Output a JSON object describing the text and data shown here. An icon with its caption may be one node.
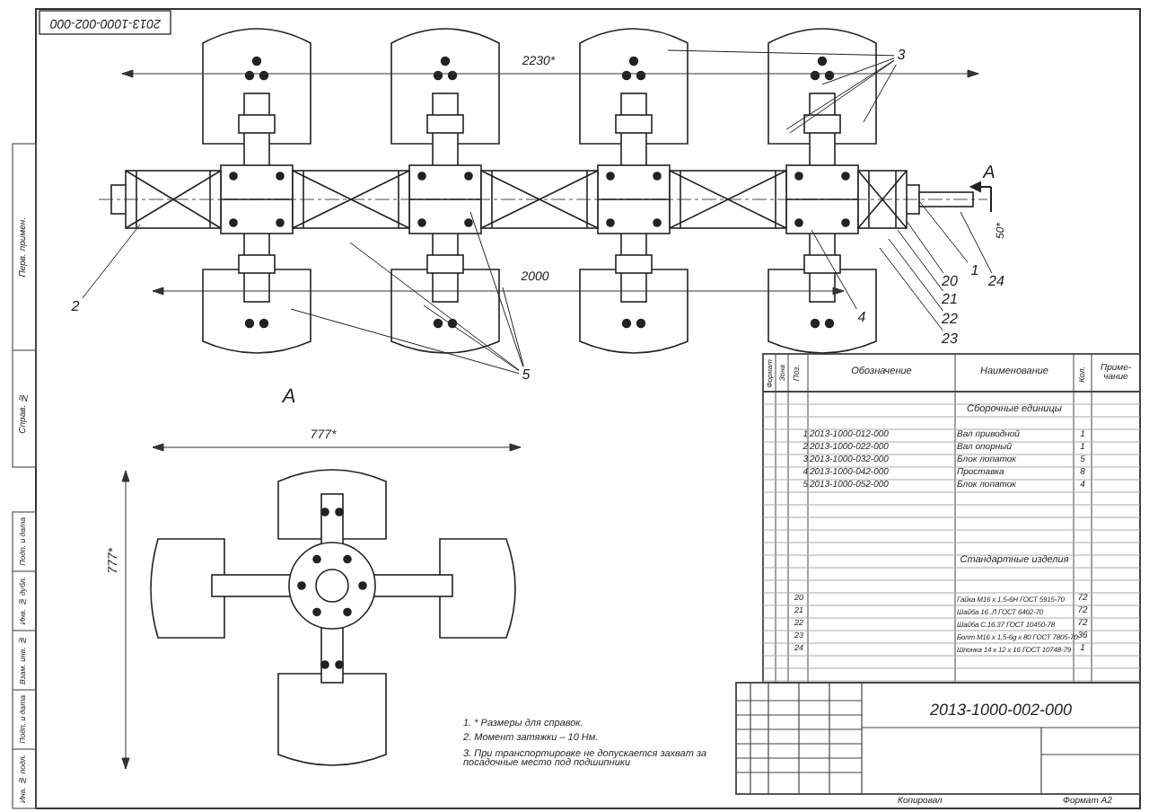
{
  "diagram": {
    "nodes": [
      {
        "text": [
          "1"
        ]
      },
      {
        "text": [
          "2"
        ]
      },
      {
        "text": [
          "3"
        ]
      },
      {
        "text": [
          "4"
        ]
      },
      {
        "text": [
          "5"
        ]
      },
      {
        "text": [
          "20"
        ]
      },
      {
        "text": [
          "21"
        ]
      },
      {
        "text": [
          "22"
        ]
      },
      {
        "text": [
          "23"
        ]
      },
      {
        "text": [
          "24"
        ]
      }
    ],
    "edges": [
      {
        "from": 0,
        "to": null,
        "arrow": "none"
      },
      {
        "from": 1,
        "to": null,
        "arrow": "none"
      },
      {
        "from": 2,
        "to": null,
        "arrow": "none"
      },
      {
        "from": 2,
        "to": null,
        "arrow": "none"
      },
      {
        "from": 2,
        "to": null,
        "arrow": "none"
      },
      {
        "from": 2,
        "to": null,
        "arrow": "none"
      },
      {
        "from": 2,
        "to": null,
        "arrow": "none"
      },
      {
        "from": 3,
        "to": null,
        "arrow": "none"
      },
      {
        "from": 4,
        "to": null,
        "arrow": "none"
      },
      {
        "from": 4,
        "to": null,
        "arrow": "none"
      },
      {
        "from": 4,
        "to": null,
        "arrow": "none"
      },
      {
        "from": 4,
        "to": null,
        "arrow": "none"
      },
      {
        "from": 4,
        "to": null,
        "arrow": "none"
      },
      {
        "from": 5,
        "to": null,
        "arrow": "none"
      },
      {
        "from": 6,
        "to": null,
        "arrow": "none"
      },
      {
        "from": 7,
        "to": null,
        "arrow": "none"
      },
      {
        "from": 8,
        "to": null,
        "arrow": "none"
      },
      {
        "from": 9,
        "to": null,
        "arrow": "none"
      }
    ],
    "labels": [
      "2013-1000-002-000",
      "2230*",
      "2000",
      "50*",
      "A",
      "A",
      "777*",
      "777*",
      "1. * Размеры для справок.",
      "2. Момент затяжки – 10 Нм.",
      "3. При транспортировке не допускается захват за посадочные место под подшипники",
      "Формат",
      "Зона",
      "Поз.",
      "Обозначение",
      "Наименование",
      "Кол.",
      "Приме- чание",
      "Сборочные единицы",
      "1",
      "2013-1000-012-000",
      "Вал приводной",
      "1",
      "2",
      "2013-1000-022-000",
      "Вал опорный",
      "1",
      "3",
      "2013-1000-032-000",
      "Блок лопаток",
      "5",
      "4",
      "2013-1000-042-000",
      "Проставка",
      "8",
      "5",
      "2013-1000-052-000",
      "Блок лопаток",
      "4",
      "Стандартные изделия",
      "20",
      "Гайка М16 х 1,5-6Н ГОСТ 5915-70",
      "72",
      "21",
      "Шайба 16 .Л ГОСТ 6402-70",
      "72",
      "22",
      "Шайба С.16.37 ГОСТ 10450-78",
      "72",
      "23",
      "Болт М16 х 1,5-6g х 80 ГОСТ 7805-70",
      "36",
      "24",
      "Шпонка 14 х 12 х 16 ГОСТ 10748-79",
      "1",
      "2013-1000-002-000",
      "Копировал",
      "Формат А2",
      "Перв. примен.",
      "Справ. №",
      "Подп. и дата",
      "Инв. № дубл.",
      "Взам. инв. №",
      "Подп. и дата",
      "Инв. № подл."
    ]
  }
}
